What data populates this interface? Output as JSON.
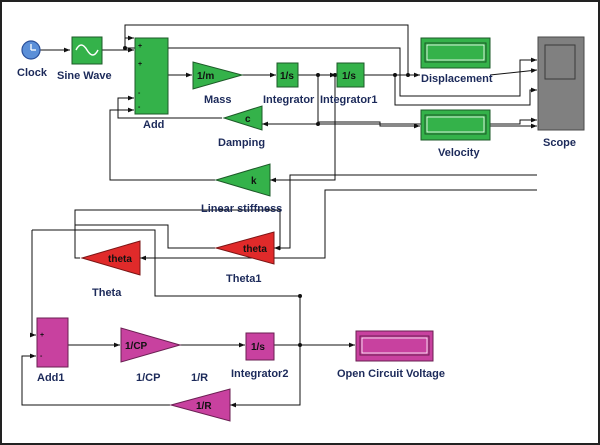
{
  "blocks": {
    "clock": {
      "label": "Clock"
    },
    "sine_wave": {
      "label": "Sine Wave"
    },
    "add": {
      "label": "Add",
      "signs": [
        "+",
        "+",
        "-",
        "-"
      ]
    },
    "mass": {
      "label": "Mass",
      "gain": "1/m"
    },
    "integrator": {
      "label": "Integrator",
      "text": "1/s"
    },
    "integrator1": {
      "label": "Integrator1",
      "text": "1/s"
    },
    "displacement": {
      "label": "Displacement"
    },
    "scope": {
      "label": "Scope"
    },
    "damping": {
      "label": "Damping",
      "gain": "c"
    },
    "velocity": {
      "label": "Velocity"
    },
    "linear_stiffness": {
      "label": "Linear stiffness",
      "gain": "k"
    },
    "theta1": {
      "label": "Theta1",
      "gain": "theta"
    },
    "theta": {
      "label": "Theta",
      "gain": "theta"
    },
    "add1": {
      "label": "Add1",
      "signs": [
        "+",
        "-"
      ]
    },
    "cp_gain": {
      "label": "1/CP",
      "gain": "1/CP"
    },
    "r_label": {
      "label": "1/R"
    },
    "integrator2": {
      "label": "Integrator2",
      "text": "1/s"
    },
    "open_circuit_voltage": {
      "label": "Open Circuit Voltage"
    },
    "r_gain": {
      "label": "",
      "gain": "1/R"
    }
  },
  "colors": {
    "green": "#34b24a",
    "red": "#e02a2a",
    "magenta": "#c8419f",
    "scope_gray": "#808080",
    "label_navy": "#1c2a5a",
    "clock_blue": "#5b8fd8"
  }
}
